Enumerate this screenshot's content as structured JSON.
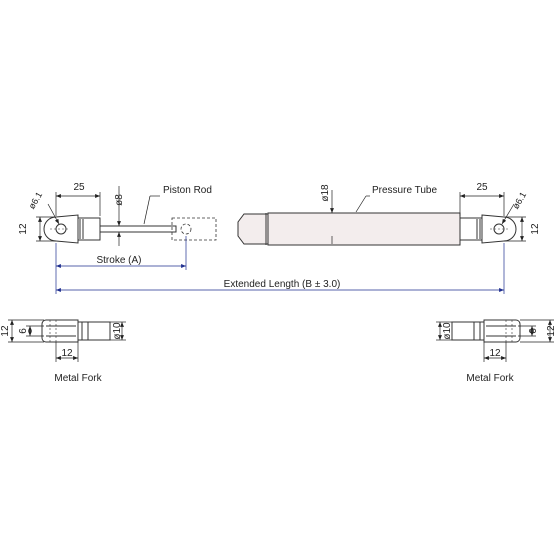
{
  "colors": {
    "line": "#333333",
    "dimension": "#222222",
    "blue_dimension": "#1f2f8f",
    "body_fill": "#f3eded",
    "end_fill": "#ffffff"
  },
  "labels": {
    "piston_rod": "Piston Rod",
    "pressure_tube": "Pressure Tube",
    "stroke": "Stroke (A)",
    "extended_length": "Extended Length (B ± 3.0)",
    "metal_fork_left": "Metal Fork",
    "metal_fork_right": "Metal Fork"
  },
  "dimensions": {
    "left_eye_length": "25",
    "left_eye_hole": "ø6.1",
    "left_eye_height": "12",
    "rod_diameter": "ø8",
    "tube_diameter": "ø18",
    "right_eye_length": "25",
    "right_eye_hole": "ø6.1",
    "right_eye_height": "12",
    "left_fork_height": "12",
    "left_fork_slot": "6",
    "left_fork_diameter": "ø10",
    "left_fork_length": "12",
    "right_fork_diameter": "ø10",
    "right_fork_slot": "6",
    "right_fork_height": "12",
    "right_fork_length": "12"
  }
}
